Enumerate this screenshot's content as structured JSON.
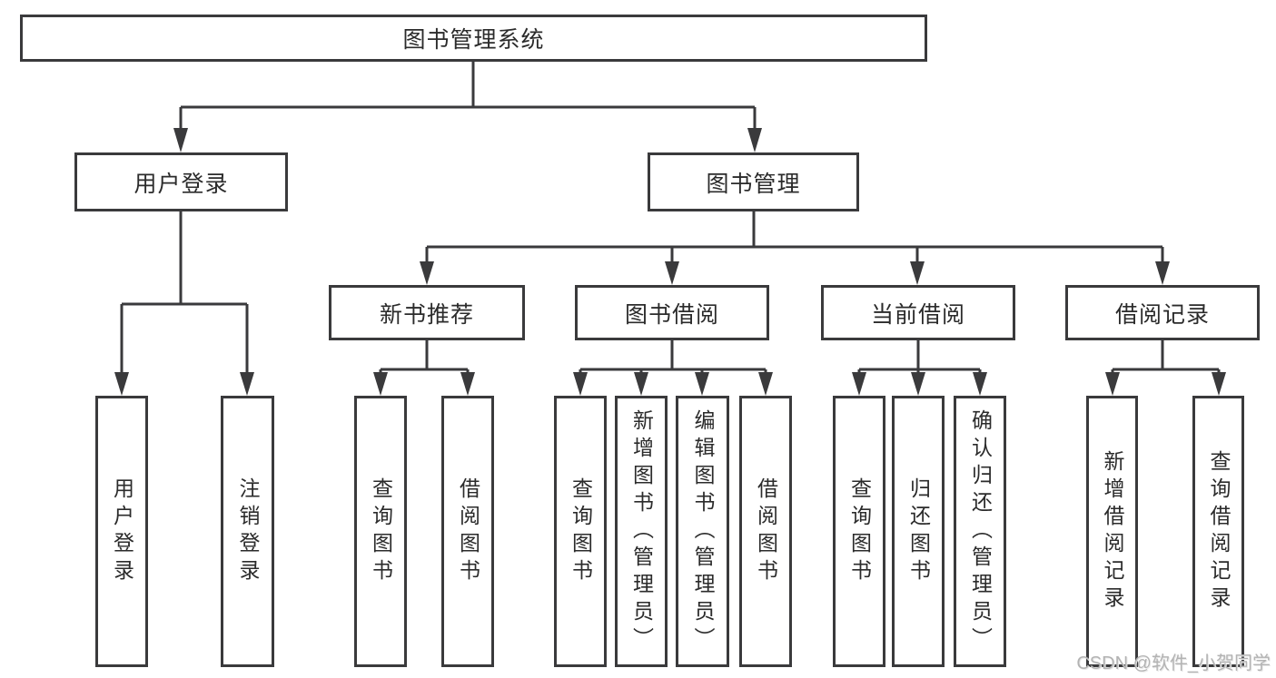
{
  "diagram": {
    "root": {
      "label": "图书管理系统"
    },
    "level2": {
      "user_login": {
        "label": "用户登录"
      },
      "book_mgmt": {
        "label": "图书管理"
      }
    },
    "level3": {
      "new_books": {
        "label": "新书推荐"
      },
      "book_borrow": {
        "label": "图书借阅"
      },
      "current_borrow": {
        "label": "当前借阅"
      },
      "borrow_records": {
        "label": "借阅记录"
      }
    },
    "leaves": {
      "user_login": {
        "label": "用户登录"
      },
      "logout": {
        "label": "注销登录"
      },
      "new_query_book": {
        "label": "查询图书"
      },
      "new_borrow_book": {
        "label": "借阅图书"
      },
      "bb_query_book": {
        "label": "查询图书"
      },
      "bb_add_book": {
        "label": "新增图书（管理员）"
      },
      "bb_edit_book": {
        "label": "编辑图书（管理员）"
      },
      "bb_borrow_book": {
        "label": "借阅图书"
      },
      "cb_query_book": {
        "label": "查询图书"
      },
      "cb_return_book": {
        "label": "归还图书"
      },
      "cb_confirm_return": {
        "label": "确认归还（管理员）"
      },
      "br_add_record": {
        "label": "新增借阅记录"
      },
      "br_query_record": {
        "label": "查询借阅记录"
      }
    },
    "watermark": "CSDN @软件_小贺同学",
    "colors": {
      "line": "#3a3a3c",
      "text": "#2b2b2b",
      "watermark": "#b3b3b3"
    }
  }
}
